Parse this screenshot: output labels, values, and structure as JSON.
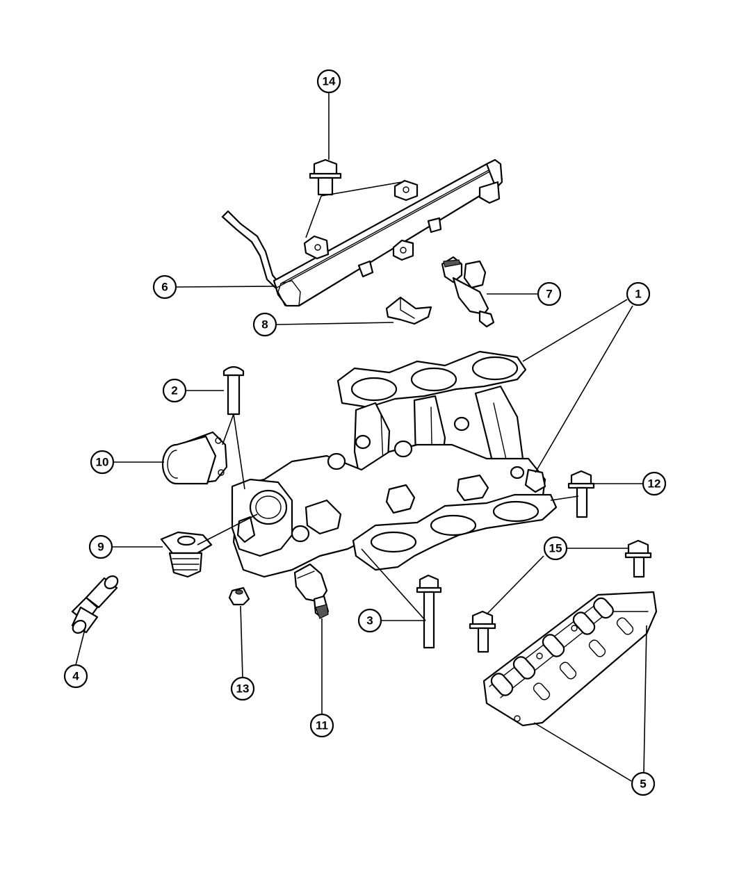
{
  "diagram": {
    "callouts": [
      {
        "id": "c14",
        "label": "14"
      },
      {
        "id": "c6",
        "label": "6"
      },
      {
        "id": "c7",
        "label": "7"
      },
      {
        "id": "c1",
        "label": "1"
      },
      {
        "id": "c8",
        "label": "8"
      },
      {
        "id": "c2",
        "label": "2"
      },
      {
        "id": "c10",
        "label": "10"
      },
      {
        "id": "c12",
        "label": "12"
      },
      {
        "id": "c9",
        "label": "9"
      },
      {
        "id": "c15",
        "label": "15"
      },
      {
        "id": "c3",
        "label": "3"
      },
      {
        "id": "c4",
        "label": "4"
      },
      {
        "id": "c13",
        "label": "13"
      },
      {
        "id": "c11",
        "label": "11"
      },
      {
        "id": "c5",
        "label": "5"
      }
    ]
  }
}
